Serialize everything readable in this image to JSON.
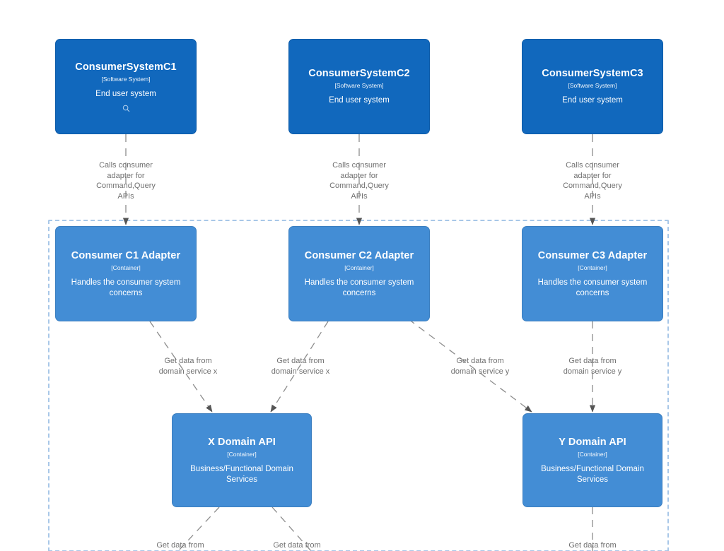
{
  "diagram": {
    "type": "c4-container-diagram",
    "background": "#ffffff",
    "colors": {
      "software_system_fill": "#1168bd",
      "container_fill": "#438dd5",
      "node_text": "#ffffff",
      "edge_line": "#888888",
      "edge_label_text": "#707070",
      "boundary_border": "#a8c7e8"
    }
  },
  "boundary": {
    "name": "system-boundary",
    "style": "dashed"
  },
  "nodes": [
    {
      "id": "consumer-system-c1",
      "title": "ConsumerSystemC1",
      "type": "[Software System]",
      "description": "End user system",
      "kind": "system",
      "icon": "magnifier-icon"
    },
    {
      "id": "consumer-system-c2",
      "title": "ConsumerSystemC2",
      "type": "[Software System]",
      "description": "End user system",
      "kind": "system",
      "icon": null
    },
    {
      "id": "consumer-system-c3",
      "title": "ConsumerSystemC3",
      "type": "[Software System]",
      "description": "End user system",
      "kind": "system",
      "icon": null
    },
    {
      "id": "consumer-c1-adapter",
      "title": "Consumer C1 Adapter",
      "type": "[Container]",
      "description": "Handles the consumer system concerns",
      "kind": "container",
      "icon": null
    },
    {
      "id": "consumer-c2-adapter",
      "title": "Consumer C2 Adapter",
      "type": "[Container]",
      "description": "Handles the consumer system concerns",
      "kind": "container",
      "icon": null
    },
    {
      "id": "consumer-c3-adapter",
      "title": "Consumer C3 Adapter",
      "type": "[Container]",
      "description": "Handles the consumer system concerns",
      "kind": "container",
      "icon": null
    },
    {
      "id": "x-domain-api",
      "title": "X Domain API",
      "type": "[Container]",
      "description": "Business/Functional Domain Services",
      "kind": "container",
      "icon": null
    },
    {
      "id": "y-domain-api",
      "title": "Y Domain API",
      "type": "[Container]",
      "description": "Business/Functional Domain Services",
      "kind": "container",
      "icon": null
    }
  ],
  "edges": [
    {
      "id": "edge-c1-to-c1adapter",
      "from": "consumer-system-c1",
      "to": "consumer-c1-adapter",
      "label": "Calls consumer\nadapter for\nCommand,Query\nAPIs"
    },
    {
      "id": "edge-c2-to-c2adapter",
      "from": "consumer-system-c2",
      "to": "consumer-c2-adapter",
      "label": "Calls consumer\nadapter for\nCommand,Query\nAPIs"
    },
    {
      "id": "edge-c3-to-c3adapter",
      "from": "consumer-system-c3",
      "to": "consumer-c3-adapter",
      "label": "Calls consumer\nadapter for\nCommand,Query\nAPIs"
    },
    {
      "id": "edge-c1adapter-to-xdomain",
      "from": "consumer-c1-adapter",
      "to": "x-domain-api",
      "label": "Get data from\ndomain service x"
    },
    {
      "id": "edge-c2adapter-to-xdomain",
      "from": "consumer-c2-adapter",
      "to": "x-domain-api",
      "label": "Get data from\ndomain service x"
    },
    {
      "id": "edge-c2adapter-to-ydomain",
      "from": "consumer-c2-adapter",
      "to": "y-domain-api",
      "label": "Get data from\ndomain service y"
    },
    {
      "id": "edge-c3adapter-to-ydomain",
      "from": "consumer-c3-adapter",
      "to": "y-domain-api",
      "label": "Get data from\ndomain service y"
    },
    {
      "id": "edge-xdomain-down-left",
      "from": "x-domain-api",
      "to": null,
      "label": "Get data from"
    },
    {
      "id": "edge-xdomain-down-right",
      "from": "x-domain-api",
      "to": null,
      "label": "Get data from"
    },
    {
      "id": "edge-ydomain-down",
      "from": "y-domain-api",
      "to": null,
      "label": "Get data from"
    }
  ]
}
